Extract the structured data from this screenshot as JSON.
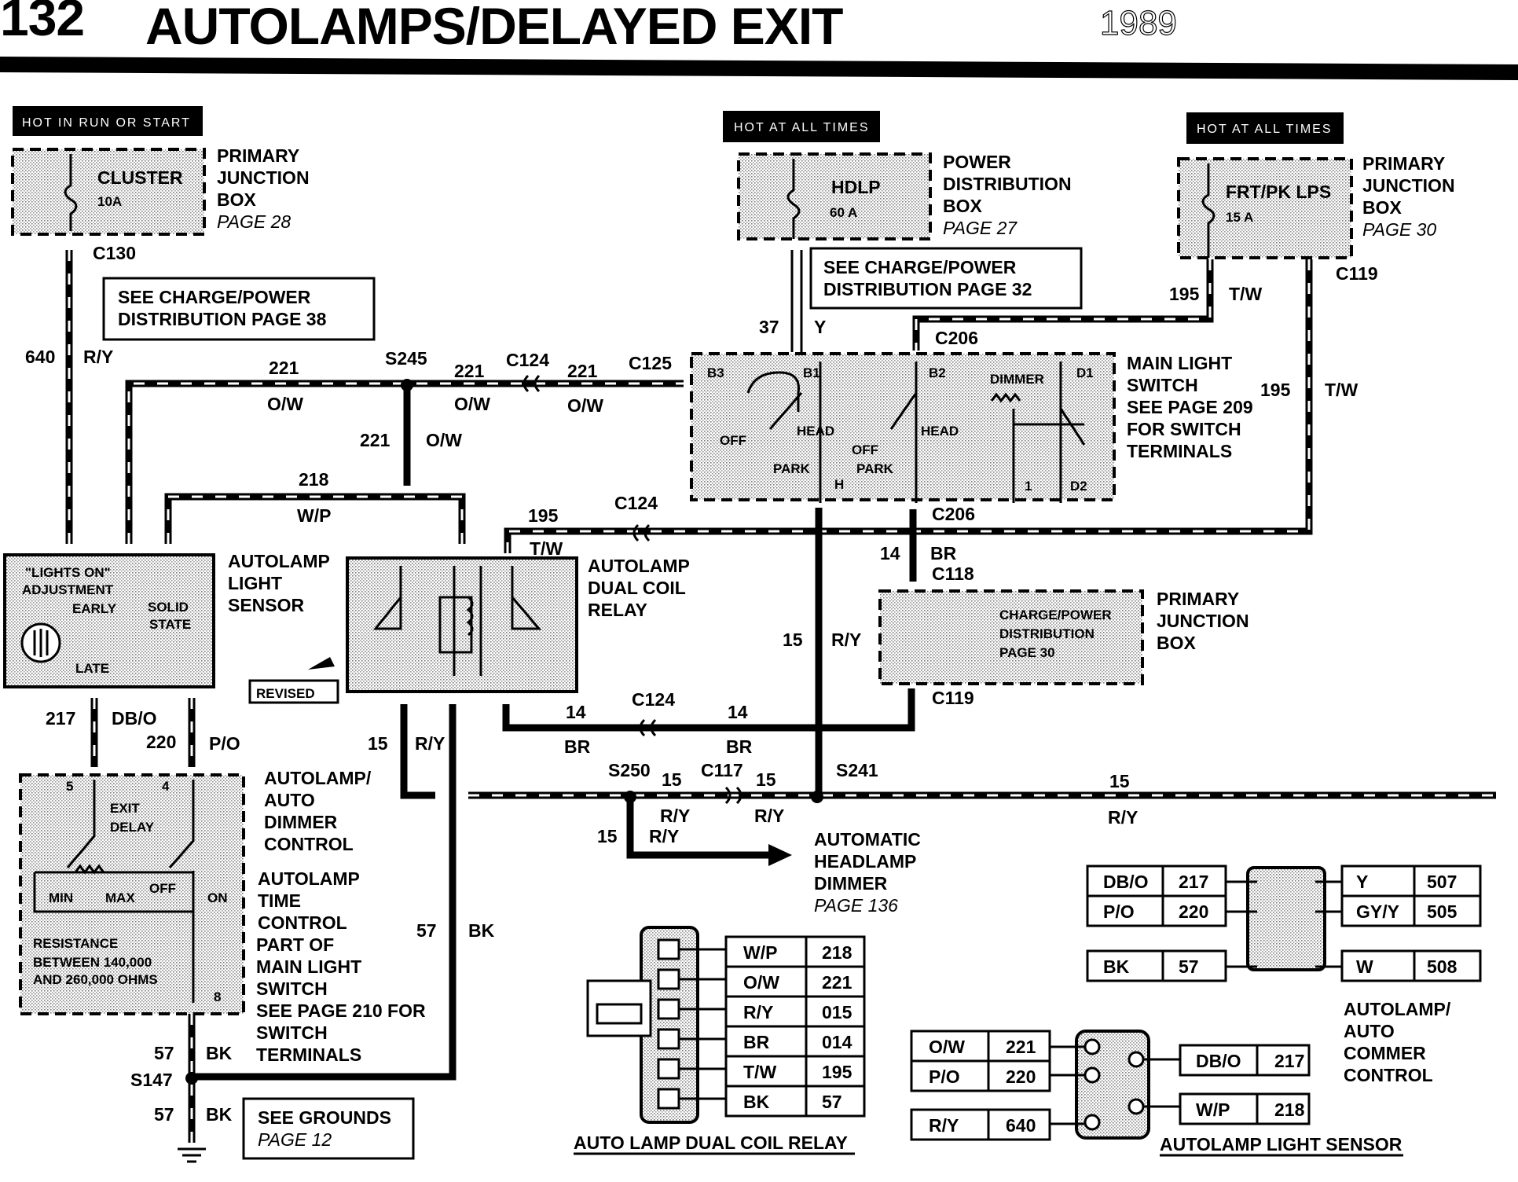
{
  "page": {
    "number": "132",
    "title": "AUTOLAMPS/DELAYED EXIT",
    "year": "1989"
  },
  "hot_labels": [
    "HOT IN RUN OR START",
    "HOT AT ALL TIMES",
    "HOT AT ALL TIMES"
  ],
  "fuses": [
    {
      "name": "CLUSTER",
      "rating": "10A",
      "box": [
        "PRIMARY",
        "JUNCTION",
        "BOX"
      ],
      "page": "PAGE 28"
    },
    {
      "name": "HDLP",
      "rating": "60 A",
      "box": [
        "POWER",
        "DISTRIBUTION",
        "BOX"
      ],
      "page": "PAGE 27"
    },
    {
      "name": "FRT/PK LPS",
      "rating": "15 A",
      "box": [
        "PRIMARY",
        "JUNCTION",
        "BOX"
      ],
      "page": "PAGE 30"
    }
  ],
  "notes": {
    "see_charge_38": [
      "SEE CHARGE/POWER",
      "DISTRIBUTION PAGE 38"
    ],
    "see_charge_32": [
      "SEE CHARGE/POWER",
      "DISTRIBUTION PAGE 32"
    ],
    "see_grounds": [
      "SEE GROUNDS",
      "PAGE 12"
    ],
    "revised": "REVISED"
  },
  "connectors": {
    "c130": "C130",
    "c124": "C124",
    "c125": "C125",
    "c206": "C206",
    "c119": "C119",
    "c118": "C118",
    "c117": "C117",
    "s245": "S245",
    "s250": "S250",
    "s241": "S241",
    "s147": "S147"
  },
  "wire_labels": {
    "w640": "640",
    "ry": "R/Y",
    "w221": "221",
    "ow": "O/W",
    "w218": "218",
    "wp": "W/P",
    "w37": "37",
    "y": "Y",
    "w195": "195",
    "tw": "T/W",
    "w14": "14",
    "br": "BR",
    "w15": "15",
    "w217": "217",
    "dbo": "DB/O",
    "w220": "220",
    "po": "P/O",
    "w57": "57",
    "bk": "BK"
  },
  "components": {
    "sensor": {
      "title": [
        "AUTOLAMP",
        "LIGHT",
        "SENSOR"
      ],
      "inner": [
        "\"LIGHTS ON\"",
        "ADJUSTMENT",
        "EARLY",
        "SOLID",
        "STATE",
        "LATE"
      ]
    },
    "relay": {
      "title": [
        "AUTOLAMP",
        "DUAL COIL",
        "RELAY"
      ]
    },
    "main_switch": {
      "title": [
        "MAIN LIGHT",
        "SWITCH"
      ],
      "see": [
        "SEE  PAGE 209",
        "FOR SWITCH",
        "TERMINALS"
      ],
      "terminals": [
        "B3",
        "B1",
        "B2",
        "DIMMER",
        "D1",
        "OFF",
        "HEAD",
        "PARK",
        "H",
        "OFF",
        "HEAD",
        "PARK",
        "1",
        "D2"
      ]
    },
    "pjb_c118": {
      "title": [
        "PRIMARY",
        "JUNCTION",
        "BOX"
      ],
      "inner": [
        "CHARGE/POWER",
        "DISTRIBUTION",
        "PAGE 30"
      ]
    },
    "dimmer_control": {
      "title": [
        "AUTOLAMP/",
        "AUTO",
        "DIMMER",
        "CONTROL"
      ],
      "inner": [
        "5",
        "4",
        "EXIT",
        "DELAY",
        "MIN",
        "MAX",
        "OFF",
        "ON",
        "RESISTANCE",
        "BETWEEN 140,000",
        "AND 260,000 OHMS",
        "8"
      ]
    },
    "time_control": {
      "title": [
        "AUTOLAMP",
        "TIME",
        "CONTROL"
      ],
      "desc": [
        "PART OF",
        "MAIN LIGHT",
        "SWITCH",
        "SEE PAGE 210 FOR",
        "SWITCH",
        "TERMINALS"
      ]
    },
    "headlamp_dimmer": {
      "title": [
        "AUTOMATIC",
        "HEADLAMP",
        "DIMMER"
      ],
      "page": "PAGE 136"
    }
  },
  "pin_tables": {
    "relay": {
      "caption": "AUTO LAMP DUAL COIL RELAY",
      "rows": [
        [
          "W/P",
          "218"
        ],
        [
          "O/W",
          "221"
        ],
        [
          "R/Y",
          "015"
        ],
        [
          "BR",
          "014"
        ],
        [
          "T/W",
          "195"
        ],
        [
          "BK",
          "57"
        ]
      ]
    },
    "dimmer_left": {
      "rows": [
        [
          "DB/O",
          "217"
        ],
        [
          "P/O",
          "220"
        ],
        [
          "BK",
          "57"
        ]
      ]
    },
    "dimmer_right": {
      "rows": [
        [
          "Y",
          "507"
        ],
        [
          "GY/Y",
          "505"
        ],
        [
          "W",
          "508"
        ]
      ],
      "caption": [
        "AUTOLAMP/",
        "AUTO",
        "COMMER",
        "CONTROL"
      ]
    },
    "sensor_left": {
      "rows": [
        [
          "O/W",
          "221"
        ],
        [
          "P/O",
          "220"
        ],
        [
          "R/Y",
          "640"
        ]
      ]
    },
    "sensor_right": {
      "rows": [
        [
          "DB/O",
          "217"
        ],
        [
          "W/P",
          "218"
        ]
      ],
      "caption": "AUTOLAMP LIGHT SENSOR"
    }
  }
}
